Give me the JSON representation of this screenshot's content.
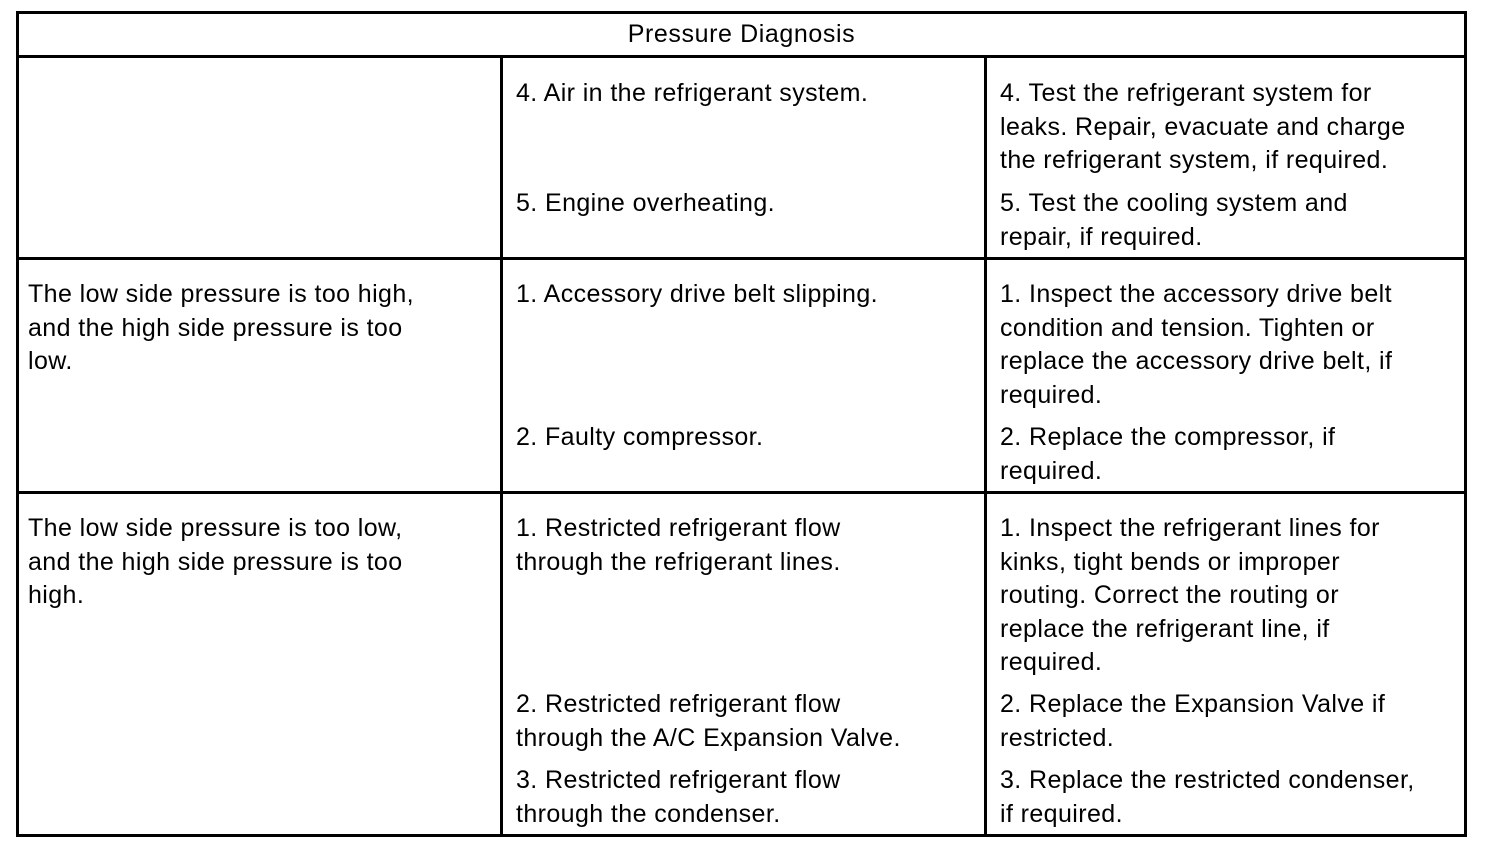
{
  "table": {
    "title": "Pressure Diagnosis",
    "rows": [
      {
        "condition": [],
        "causes": [
          [
            "4. Air in the refrigerant system."
          ],
          [
            "5. Engine overheating."
          ]
        ],
        "actions": [
          [
            "4. Test the refrigerant system for",
            "leaks. Repair, evacuate and charge",
            "the refrigerant system, if required."
          ],
          [
            "5. Test the cooling system and",
            "repair, if required."
          ]
        ]
      },
      {
        "condition": [
          "The low side pressure is too high,",
          "and the high side pressure is too",
          "low."
        ],
        "causes": [
          [
            "1. Accessory drive belt slipping."
          ],
          [
            "2. Faulty compressor."
          ]
        ],
        "actions": [
          [
            "1. Inspect the accessory drive belt",
            "condition and tension. Tighten or",
            "replace the accessory drive belt, if",
            "required."
          ],
          [
            "2. Replace the compressor, if",
            "required."
          ]
        ]
      },
      {
        "condition": [
          "The low side pressure is too low,",
          "and the high side pressure is too",
          "high."
        ],
        "causes": [
          [
            "1. Restricted refrigerant flow",
            "through the refrigerant lines."
          ],
          [
            "2. Restricted refrigerant flow",
            "through the A/C Expansion Valve."
          ],
          [
            "3. Restricted refrigerant flow",
            "through the condenser."
          ]
        ],
        "actions": [
          [
            "1. Inspect the refrigerant lines for",
            "kinks, tight bends or improper",
            "routing. Correct the routing or",
            "replace the refrigerant line, if",
            "required."
          ],
          [
            "2. Replace the Expansion Valve if",
            "restricted."
          ],
          [
            "3. Replace the restricted condenser,",
            "if required."
          ]
        ]
      }
    ]
  }
}
